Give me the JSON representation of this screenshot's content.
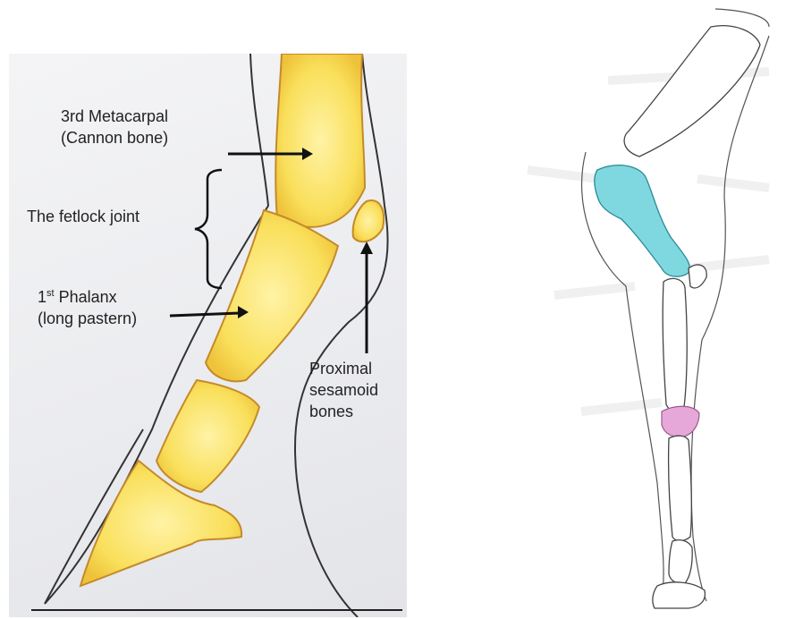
{
  "left_figure": {
    "labels": {
      "metacarpal_line1": "3rd Metacarpal",
      "metacarpal_line2": "(Cannon bone)",
      "fetlock": "The fetlock joint",
      "phalanx_num": "1",
      "phalanx_sup": "st",
      "phalanx_word": " Phalanx",
      "phalanx_line2": "(long pastern)",
      "sesamoid_line1": "Proximal",
      "sesamoid_line2": "sesamoid",
      "sesamoid_line3": "bones"
    },
    "colors": {
      "bone_fill": "#f9df5a",
      "bone_edge": "#c48a2a",
      "outline": "#333333"
    }
  },
  "right_figure": {
    "colors": {
      "humerus": "#7fd8e0",
      "carpus": "#e6a8d8",
      "outline": "#444444"
    }
  }
}
